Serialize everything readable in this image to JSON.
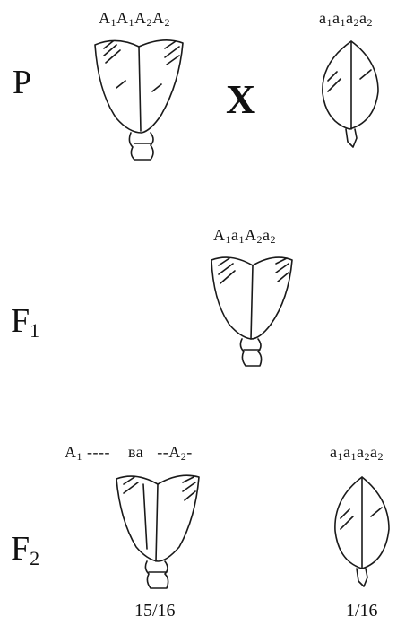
{
  "rows": {
    "p": {
      "letter": "P",
      "sub": ""
    },
    "f1": {
      "letter": "F",
      "sub": "1"
    },
    "f2": {
      "letter": "F",
      "sub": "2"
    }
  },
  "cross_symbol": "X",
  "genotypes": {
    "p_left": [
      {
        "base": "A",
        "sub": "1"
      },
      {
        "base": "A",
        "sub": "1"
      },
      {
        "base": "A",
        "sub": "2"
      },
      {
        "base": "A",
        "sub": "2"
      }
    ],
    "p_right": [
      {
        "base": "a",
        "sub": "1"
      },
      {
        "base": "a",
        "sub": "1"
      },
      {
        "base": "a",
        "sub": "2"
      },
      {
        "base": "a",
        "sub": "2"
      }
    ],
    "f1": [
      {
        "base": "A",
        "sub": "1"
      },
      {
        "base": "a",
        "sub": "1"
      },
      {
        "base": "A",
        "sub": "2"
      },
      {
        "base": "a",
        "sub": "2"
      }
    ],
    "f2_left": {
      "a": "A",
      "a_sub": "1",
      "dash1": "----",
      "middle": "ва",
      "dash2": "--",
      "b": "A",
      "b_sub": "2",
      "b_tail": "-"
    },
    "f2_right": [
      {
        "base": "a",
        "sub": "1"
      },
      {
        "base": "a",
        "sub": "1"
      },
      {
        "base": "a",
        "sub": "2"
      },
      {
        "base": "a",
        "sub": "2"
      }
    ]
  },
  "ratios": {
    "left": "15/16",
    "right": "1/16"
  }
}
